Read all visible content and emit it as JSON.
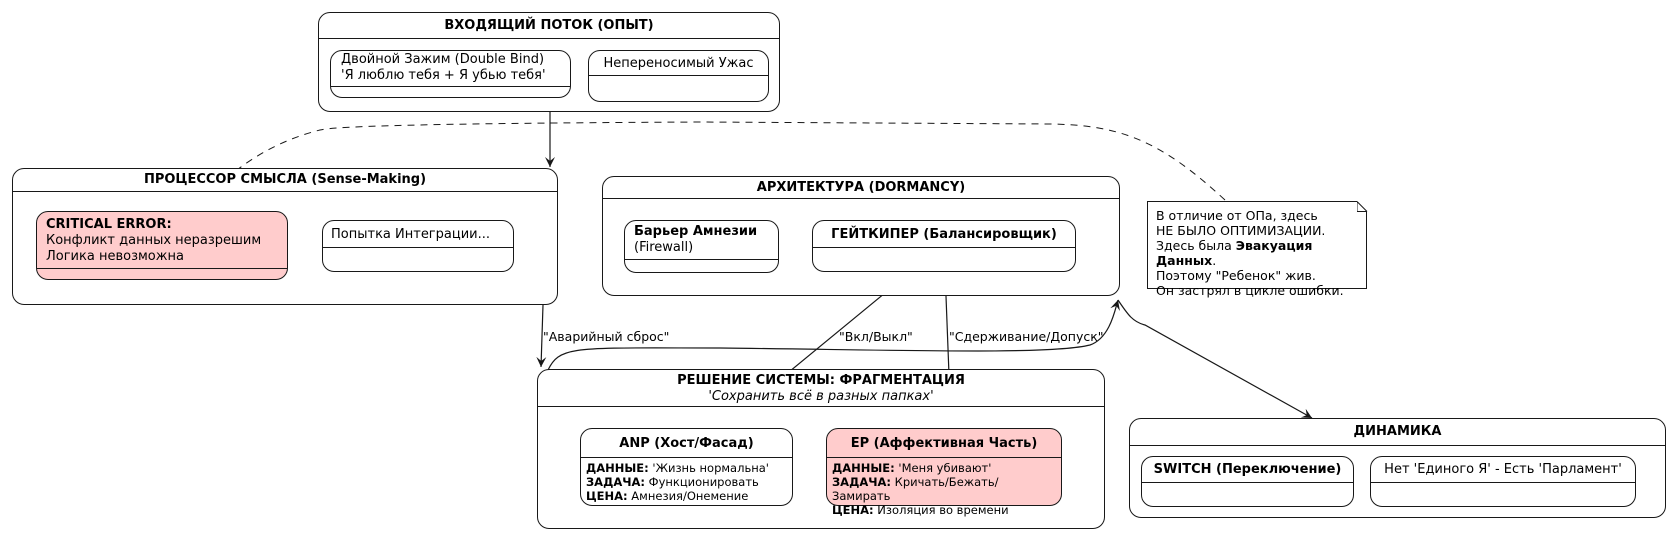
{
  "incoming": {
    "title": "ВХОДЯЩИЙ ПОТОК (ОПЫТ)",
    "double_bind_line1": "Двойной Зажим (Double Bind)",
    "double_bind_line2": "'Я люблю тебя + Я убью тебя'",
    "horror": "Непереносимый Ужас"
  },
  "processor": {
    "title": "ПРОЦЕССОР СМЫСЛА (Sense-Making)",
    "error_title": "CRITICAL ERROR:",
    "error_line1": "Конфликт данных неразрешим",
    "error_line2": "Логика невозможна",
    "integration": "Попытка Интеграции..."
  },
  "architecture": {
    "title": "АРХИТЕКТУРА (DORMANCY)",
    "barrier_title": "Барьер Амнезии",
    "barrier_sub": "(Firewall)",
    "gatekeeper": "ГЕЙТКИПЕР (Балансировщик)"
  },
  "note": {
    "line1": "В отличие от ОПа, здесь",
    "line2": "НЕ БЫЛО ОПТИМИЗАЦИИ.",
    "line3_prefix": "Здесь была ",
    "line3_bold": "Эвакуация Данных",
    "line3_suffix": ".",
    "line4": "Поэтому \"Ребенок\" жив.",
    "line5": "Он застрял в цикле ошибки."
  },
  "solution": {
    "title": "РЕШЕНИЕ СИСТЕМЫ: ФРАГМЕНТАЦИЯ",
    "subtitle": "'Сохранить всё в разных папках'",
    "anp": {
      "title": "ANP (Хост/Фасад)",
      "data_label": "ДАННЫЕ:",
      "data_value": " 'Жизнь нормальна'",
      "task_label": "ЗАДАЧА:",
      "task_value": " Функционировать",
      "price_label": "ЦЕНА:",
      "price_value": " Амнезия/Онемение"
    },
    "ep": {
      "title": "EP (Аффективная Часть)",
      "data_label": "ДАННЫЕ:",
      "data_value": " 'Меня убивают'",
      "task_label": "ЗАДАЧА:",
      "task_value": " Кричать/Бежать/Замирать",
      "price_label": "ЦЕНА:",
      "price_value": " Изоляция во времени"
    }
  },
  "dynamics": {
    "title": "ДИНАМИКА",
    "switch": "SWITCH (Переключение)",
    "parliament": "Нет 'Единого Я' - Есть 'Парламент'"
  },
  "edges": {
    "emergency_reset": "\"Аварийный сброс\"",
    "on_off": "\"Вкл/Выкл\"",
    "containment": "\"Сдерживание/Допуск\""
  },
  "colors": {
    "error_fill": "#ffcccc",
    "line": "#181818"
  }
}
